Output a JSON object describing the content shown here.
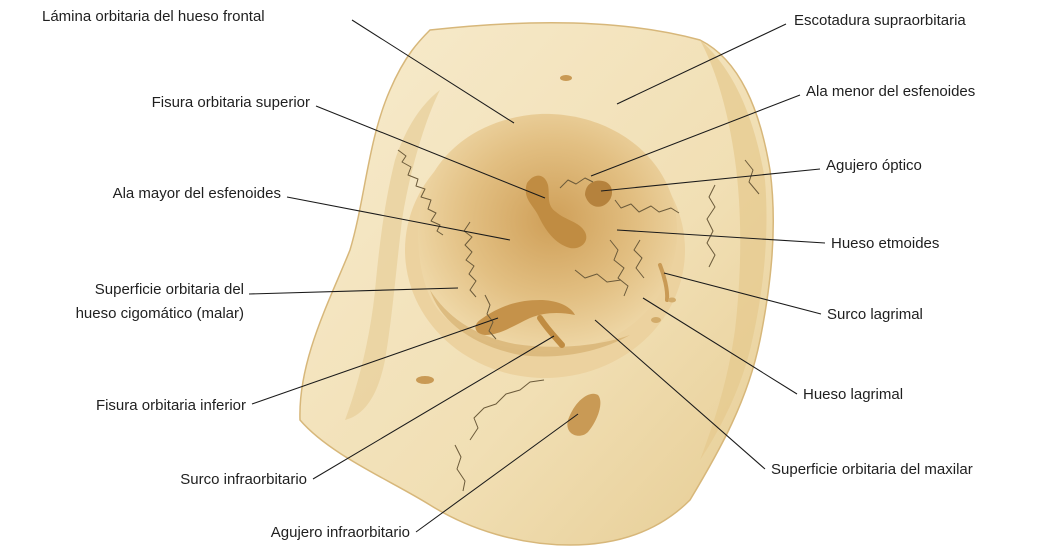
{
  "labels": {
    "lamina_orbitaria": "Lámina orbitaria del hueso frontal",
    "escotadura_supraorbitaria": "Escotadura supraorbitaria",
    "fisura_orbitaria_superior": "Fisura orbitaria superior",
    "ala_menor_esfenoides": "Ala menor del esfenoides",
    "agujero_optico": "Agujero óptico",
    "ala_mayor_esfenoides": "Ala mayor del esfenoides",
    "hueso_etmoides": "Hueso etmoides",
    "superficie_cigomatico_1": "Superficie orbitaria del",
    "superficie_cigomatico_2": "hueso cigomático (malar)",
    "surco_lagrimal": "Surco lagrimal",
    "hueso_lagrimal": "Hueso lagrimal",
    "fisura_orbitaria_inferior": "Fisura orbitaria inferior",
    "superficie_maxilar": "Superficie orbitaria del maxilar",
    "surco_infraorbitario": "Surco infraorbitario",
    "agujero_infraorbitario": "Agujero infraorbitario"
  },
  "colors": {
    "bone_light": "#f6e8c6",
    "bone_mid": "#ecd6a4",
    "bone_shadow": "#d9b878",
    "orbit_deep": "#c99a52",
    "foramen": "#b98a45"
  }
}
